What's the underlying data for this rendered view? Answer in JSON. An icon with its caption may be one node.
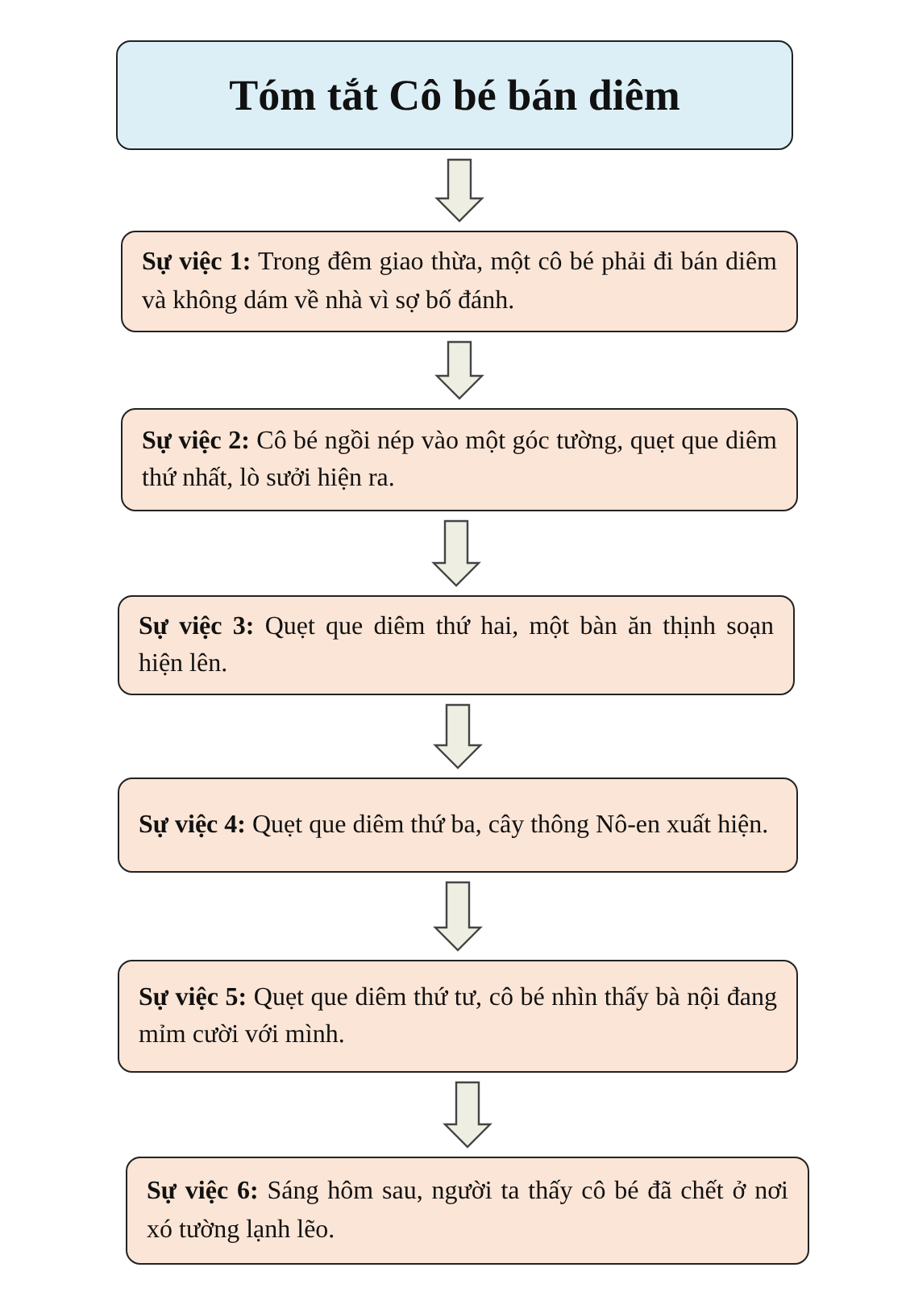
{
  "diagram": {
    "nodes": [
      {
        "text": [
          "Tóm tắt Cô bé bán diêm"
        ]
      },
      {
        "text": [
          "**Sự việc 1:** Trong đêm giao thừa, một cô bé phải đi bán diêm và không dám về nhà vì sợ bố đánh."
        ]
      },
      {
        "text": [
          "**Sự việc 2:** Cô bé ngồi nép vào một góc tường, quẹt que diêm thứ nhất, lò sưởi hiện ra."
        ]
      },
      {
        "text": [
          "**Sự việc 3:** Quẹt que diêm thứ hai, một bàn ăn thịnh soạn hiện lên."
        ]
      },
      {
        "text": [
          "**Sự việc 4:** Quẹt que diêm thứ ba, cây thông Nô-en xuất hiện."
        ]
      },
      {
        "text": [
          "**Sự việc 5:** Quẹt que diêm thứ tư, cô bé nhìn thấy bà nội đang mỉm cười với mình."
        ]
      },
      {
        "text": [
          "**Sự việc 6:** Sáng hôm sau, người ta thấy cô bé đã chết ở nơi xó tường lạnh lẽo."
        ]
      }
    ],
    "edges": [
      {
        "from": 0,
        "to": 1,
        "arrow": "to"
      },
      {
        "from": 1,
        "to": 2,
        "arrow": "to"
      },
      {
        "from": 2,
        "to": 3,
        "arrow": "to"
      },
      {
        "from": 3,
        "to": 4,
        "arrow": "to"
      },
      {
        "from": 4,
        "to": 5,
        "arrow": "to"
      },
      {
        "from": 5,
        "to": 6,
        "arrow": "to"
      }
    ]
  }
}
